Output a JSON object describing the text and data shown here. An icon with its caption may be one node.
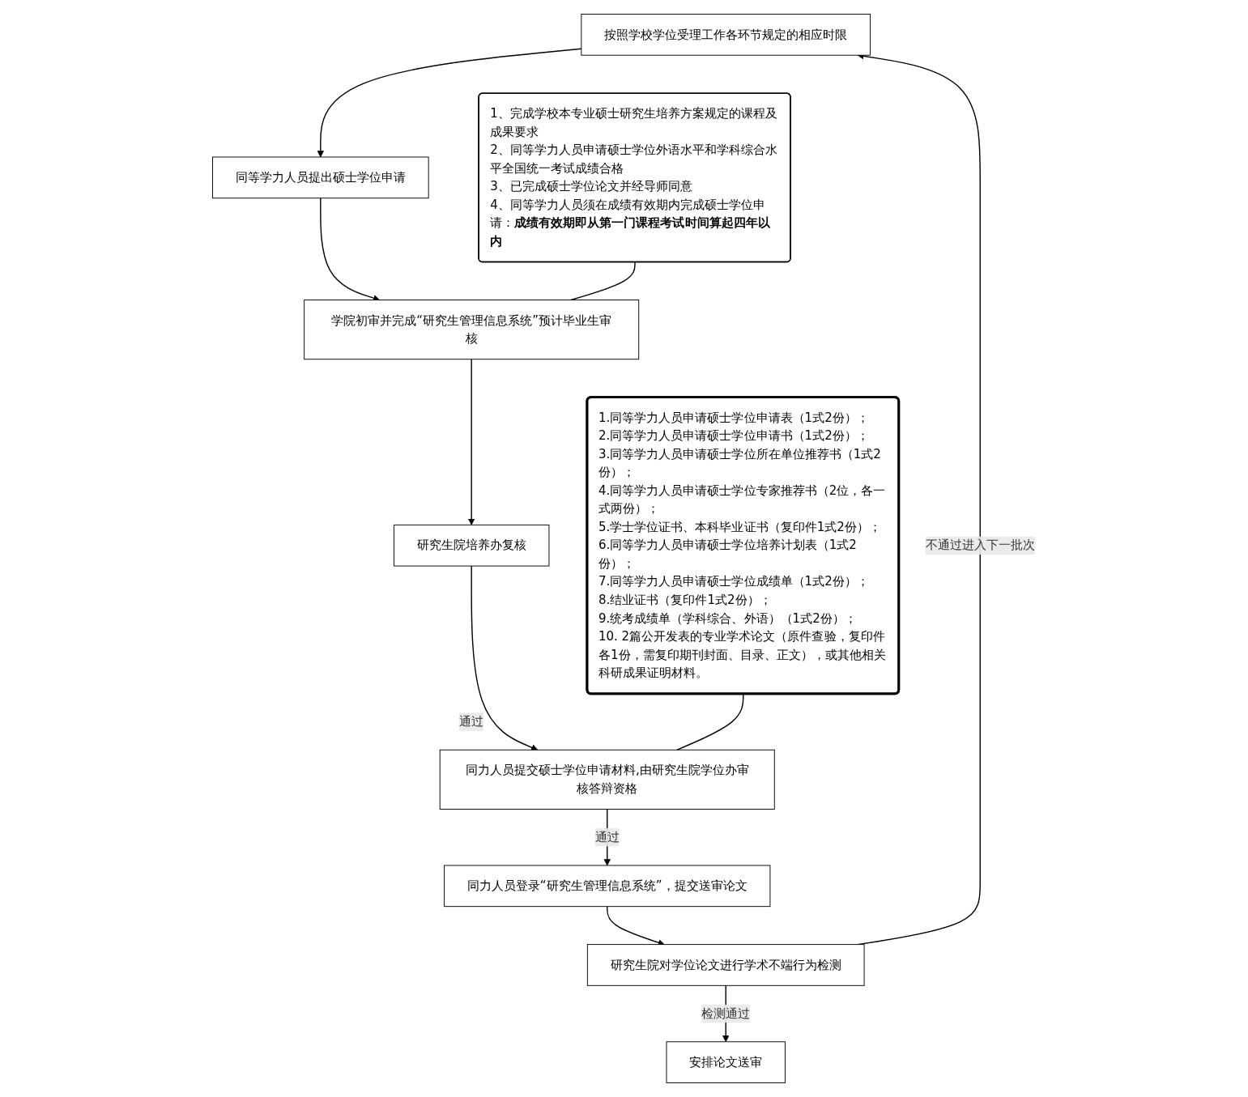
{
  "diagram": {
    "nodes": [
      {
        "text": [
          "按照学校学位受理工作各环节规定的相应时限"
        ]
      },
      {
        "text": [
          "同等学力人员提出硕士学位申请"
        ]
      },
      {
        "text": [
          "学院初审并完成“研究生管理信息系统”预计毕业生审核"
        ]
      },
      {
        "text": [
          "研究生院培养办复核"
        ]
      },
      {
        "text": [
          "同力人员提交硕士学位申请材料,由研究生院学位办审核答辩资格"
        ]
      },
      {
        "text": [
          "同力人员登录“研究生管理信息系统”，提交送审论文"
        ]
      },
      {
        "text": [
          "研究生院对学位论文进行学术不端行为检测"
        ]
      },
      {
        "text": [
          "安排论文送审"
        ]
      },
      {
        "text": [
          "1、完成学校本专业硕士研究生培养方案规定的课程及成果要求",
          "2、同等学力人员申请硕士学位外语水平和学科综合水平全国统一考试成绩合格",
          "3、已完成硕士学位论文并经导师同意",
          "4、同等学力人员须在成绩有效期内完成硕士学位申请：**成绩有效期即从第一门课程考试时间算起四年以内**"
        ]
      },
      {
        "text": [
          "1.同等学力人员申请硕士学位申请表（1式2份）；",
          "2.同等学力人员申请硕士学位申请书（1式2份）；",
          "3.同等学力人员申请硕士学位所在单位推荐书（1式2份）；",
          "4.同等学力人员申请硕士学位专家推荐书（2位，各一式两份）；",
          "5.学士学位证书、本科毕业证书（复印件1式2份）；",
          "6.同等学力人员申请硕士学位培养计划表（1式2份）；",
          "7.同等学力人员申请硕士学位成绩单（1式2份）；",
          "8.结业证书（复印件1式2份）；",
          "9.统考成绩单（学科综合、外语）（1式2份）；",
          "10. 2篇公开发表的专业学术论文（原件查验，复印件各1份，需复印期刊封面、目录、正文），或其他相关科研成果证明材料。"
        ]
      }
    ],
    "edges": [
      {
        "from": 0,
        "to": 1,
        "arrow": "to"
      },
      {
        "from": 1,
        "to": 2,
        "arrow": "to"
      },
      {
        "from": 2,
        "to": 3,
        "arrow": "to"
      },
      {
        "from": 3,
        "to": 4,
        "arrow": "to",
        "label": "通过"
      },
      {
        "from": 4,
        "to": 5,
        "arrow": "to",
        "label": "通过"
      },
      {
        "from": 5,
        "to": 6,
        "arrow": "to"
      },
      {
        "from": 6,
        "to": 7,
        "arrow": "to",
        "label": "检测通过"
      },
      {
        "from": 6,
        "to": 0,
        "arrow": "to",
        "label": "不通过进入下一批次"
      },
      {
        "from": 8,
        "to": 2,
        "arrow": "none"
      },
      {
        "from": 9,
        "to": 4,
        "arrow": "none"
      }
    ]
  }
}
